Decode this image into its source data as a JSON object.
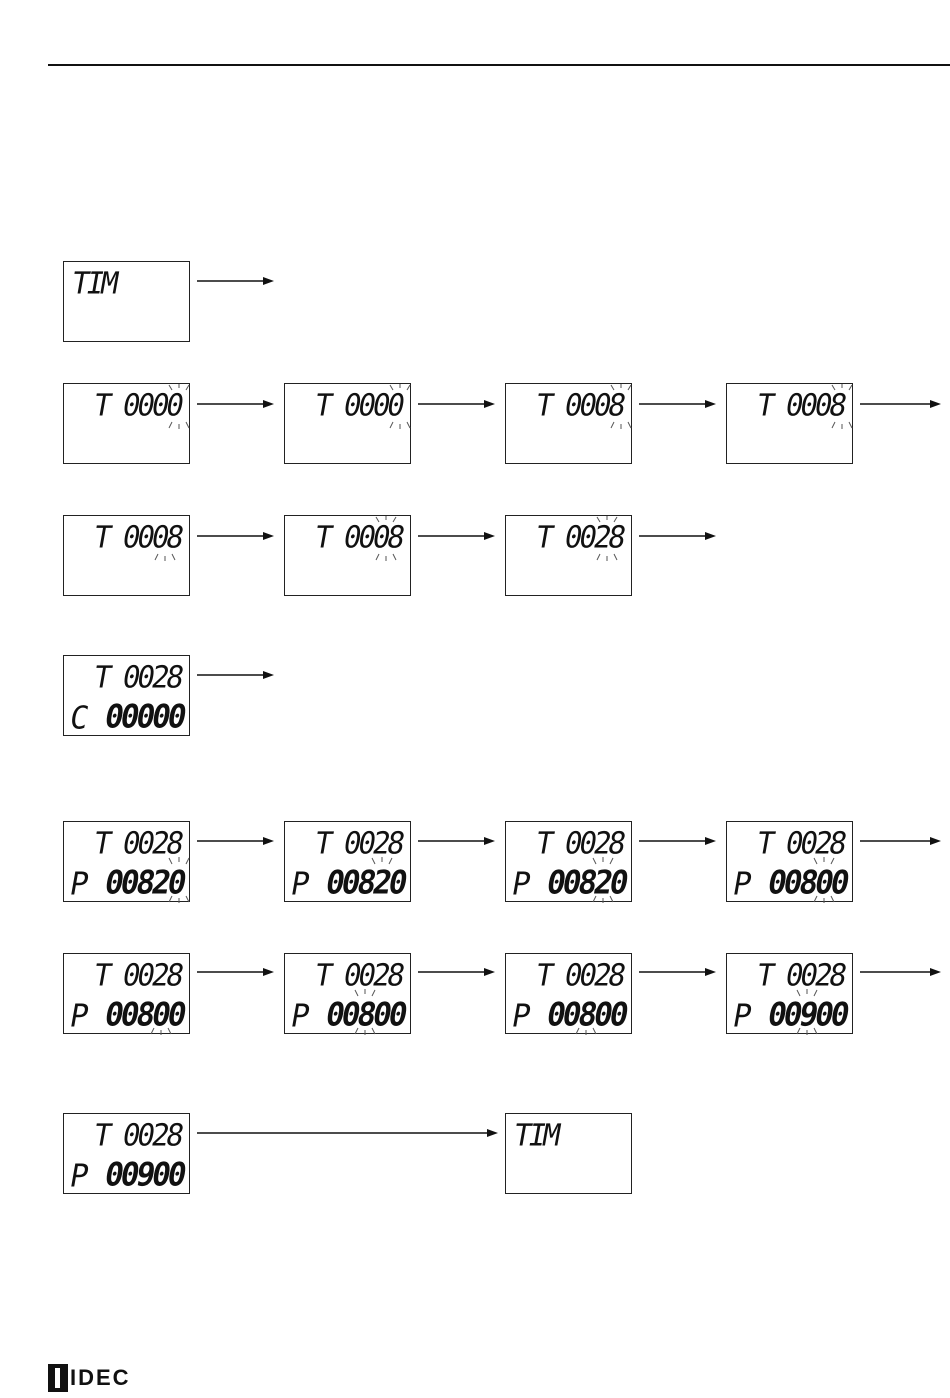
{
  "logo": {
    "text": "IDEC"
  },
  "colors": {
    "ink": "#111111",
    "background": "#ffffff"
  },
  "displays": [
    {
      "id": "d1",
      "line1": "TIM",
      "line2": "",
      "prefix": "",
      "blink": ""
    },
    {
      "id": "d2",
      "line1": "T 0000",
      "line2": "",
      "prefix": "",
      "blink": "l1-ones"
    },
    {
      "id": "d3",
      "line1": "T 0000",
      "line2": "",
      "prefix": "",
      "blink": "l1-ones"
    },
    {
      "id": "d4",
      "line1": "T 0008",
      "line2": "",
      "prefix": "",
      "blink": "l1-ones"
    },
    {
      "id": "d5",
      "line1": "T 0008",
      "line2": "",
      "prefix": "",
      "blink": "l1-ones"
    },
    {
      "id": "d6",
      "line1": "T 0008",
      "line2": "",
      "prefix": "",
      "blink": "l1-tens"
    },
    {
      "id": "d7",
      "line1": "T 0008",
      "line2": "",
      "prefix": "",
      "blink": "l1-tens"
    },
    {
      "id": "d8",
      "line1": "T 0028",
      "line2": "",
      "prefix": "",
      "blink": "l1-tens"
    },
    {
      "id": "d9",
      "line1": "T 0028",
      "line2": "00000",
      "prefix": "C",
      "blink": ""
    },
    {
      "id": "d10",
      "line1": "T 0028",
      "line2": "00820",
      "prefix": "P",
      "blink": "l2-ones"
    },
    {
      "id": "d11",
      "line1": "T 0028",
      "line2": "00820",
      "prefix": "P",
      "blink": "l2-tens"
    },
    {
      "id": "d12",
      "line1": "T 0028",
      "line2": "00820",
      "prefix": "P",
      "blink": "l2-tens"
    },
    {
      "id": "d13",
      "line1": "T 0028",
      "line2": "00800",
      "prefix": "P",
      "blink": "l2-tens"
    },
    {
      "id": "d14",
      "line1": "T 0028",
      "line2": "00800",
      "prefix": "P",
      "blink": "l2-tens"
    },
    {
      "id": "d15",
      "line1": "T 0028",
      "line2": "00800",
      "prefix": "P",
      "blink": "l2-hund"
    },
    {
      "id": "d16",
      "line1": "T 0028",
      "line2": "00800",
      "prefix": "P",
      "blink": "l2-hund"
    },
    {
      "id": "d17",
      "line1": "T 0028",
      "line2": "00900",
      "prefix": "P",
      "blink": "l2-hund"
    },
    {
      "id": "d18",
      "line1": "T 0028",
      "line2": "00900",
      "prefix": "P",
      "blink": ""
    },
    {
      "id": "d19",
      "line1": "TIM",
      "line2": "",
      "prefix": "",
      "blink": ""
    }
  ]
}
